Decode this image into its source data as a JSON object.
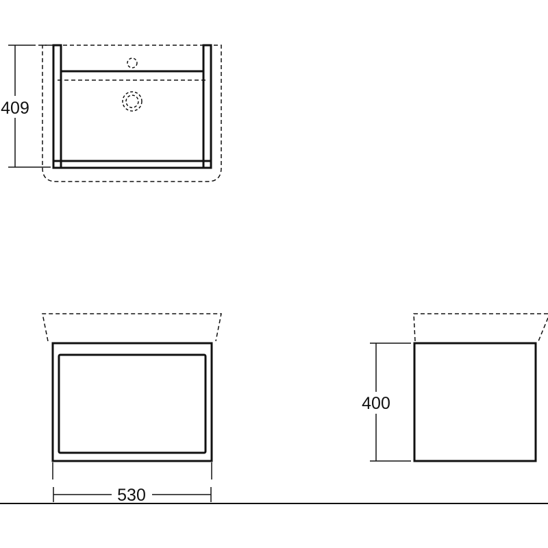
{
  "top_view": {
    "dimension_depth": "409"
  },
  "front_view": {
    "dimension_width": "530"
  },
  "side_view": {
    "dimension_height": "400"
  },
  "colors": {
    "line": "#111111",
    "background": "#ffffff"
  }
}
